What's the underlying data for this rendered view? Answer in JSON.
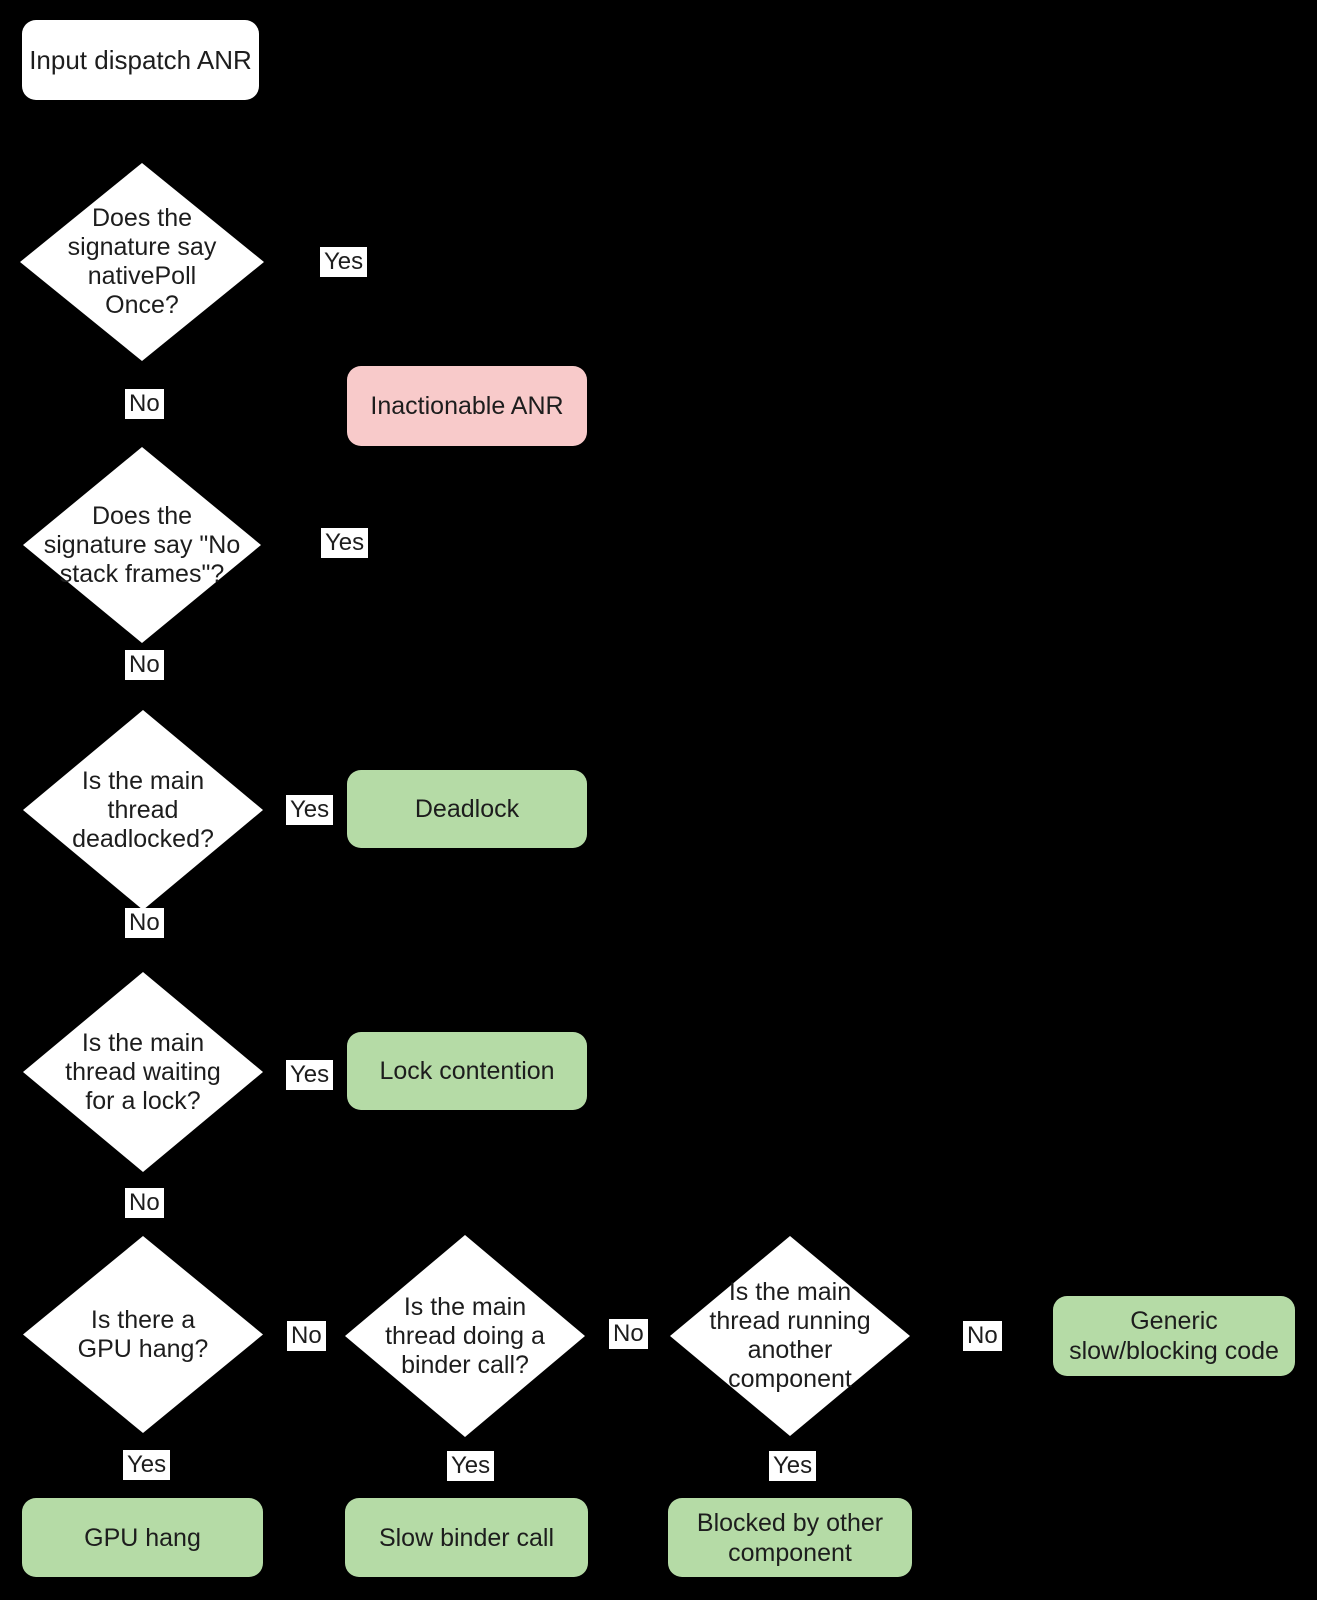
{
  "diagram": {
    "type": "flowchart",
    "topic": "Input dispatch ANR triage",
    "colors": {
      "background": "#000000",
      "decision_fill": "#ffffff",
      "terminal_fill": "#ffffff",
      "outcome_fill": "#b5dba6",
      "inactionable_fill": "#f8caca",
      "label_bg": "#ffffff",
      "text": "#1d1d1d"
    },
    "nodes": {
      "start": {
        "type": "terminal",
        "label": "Input dispatch ANR"
      },
      "d1": {
        "type": "decision",
        "label": "Does the\nsignature say\nnativePoll\nOnce?"
      },
      "d2": {
        "type": "decision",
        "label": "Does the\nsignature say \"No\nstack frames\"?"
      },
      "d3": {
        "type": "decision",
        "label": "Is the main\nthread\ndeadlocked?"
      },
      "d4": {
        "type": "decision",
        "label": "Is the main\nthread waiting\nfor a lock?"
      },
      "d5": {
        "type": "decision",
        "label": "Is there a\nGPU hang?"
      },
      "d6": {
        "type": "decision",
        "label": "Is the main\nthread doing a\nbinder call?"
      },
      "d7": {
        "type": "decision",
        "label": "Is the main\nthread running\nanother\ncomponent"
      },
      "inactionable": {
        "type": "outcome-negative",
        "label": "Inactionable ANR"
      },
      "deadlock": {
        "type": "outcome",
        "label": "Deadlock"
      },
      "lock_contention": {
        "type": "outcome",
        "label": "Lock contention"
      },
      "generic": {
        "type": "outcome",
        "label": "Generic\nslow/blocking code"
      },
      "gpu_hang": {
        "type": "outcome",
        "label": "GPU hang"
      },
      "slow_binder": {
        "type": "outcome",
        "label": "Slow binder call"
      },
      "blocked_other": {
        "type": "outcome",
        "label": "Blocked by other\ncomponent"
      }
    },
    "edge_labels": {
      "d1_yes": "Yes",
      "d1_no": "No",
      "d2_yes": "Yes",
      "d2_no": "No",
      "d3_yes": "Yes",
      "d3_no": "No",
      "d4_yes": "Yes",
      "d4_no": "No",
      "d5_no": "No",
      "d5_yes": "Yes",
      "d6_no": "No",
      "d6_yes": "Yes",
      "d7_no": "No",
      "d7_yes": "Yes"
    }
  }
}
